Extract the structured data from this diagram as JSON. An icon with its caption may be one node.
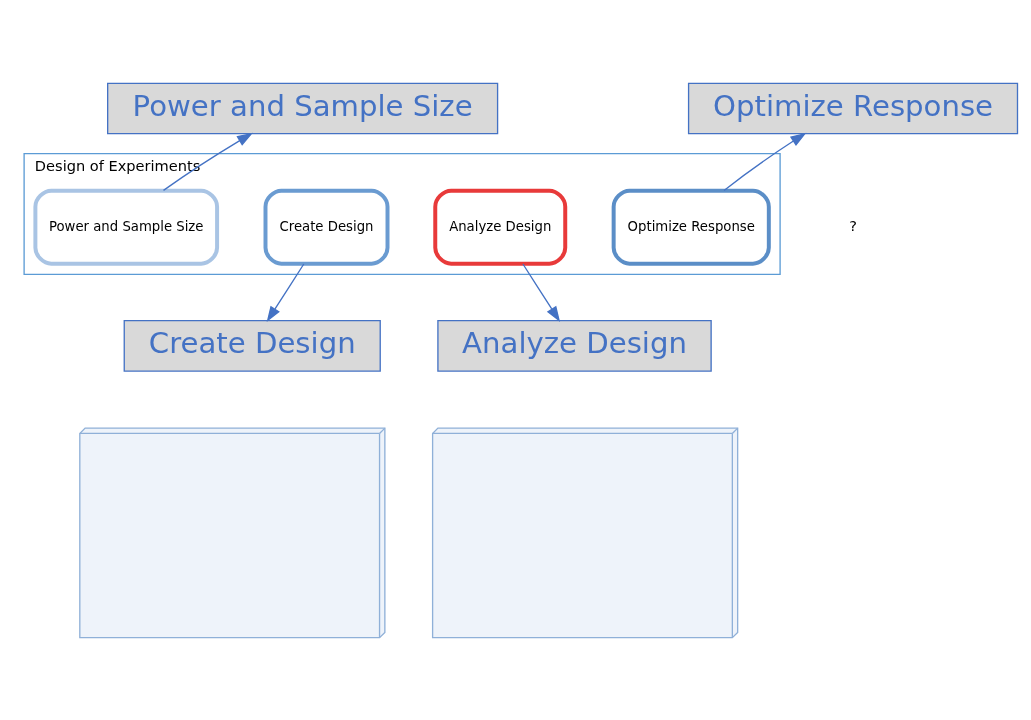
{
  "diagram": {
    "nodes": [
      {
        "text": [
          "Power and Sample Size"
        ]
      },
      {
        "text": [
          "Optimize Response"
        ]
      },
      {
        "text": [
          "Design of Experiments"
        ]
      },
      {
        "text": [
          "Power and Sample Size"
        ],
        "in": 2
      },
      {
        "text": [
          "Create Design"
        ],
        "in": 2
      },
      {
        "text": [
          "Analyze Design"
        ],
        "in": 2
      },
      {
        "text": [
          "Optimize Response"
        ],
        "in": 2
      },
      {
        "text": [
          "Create Design"
        ]
      },
      {
        "text": [
          "Analyze Design"
        ]
      },
      {
        "text": [],
        "shape": "picture"
      },
      {
        "text": [],
        "shape": "picture"
      }
    ],
    "edges": [
      {
        "from": 3,
        "to": 0,
        "arrow": "to"
      },
      {
        "from": 6,
        "to": 1,
        "arrow": "to"
      },
      {
        "from": 4,
        "to": 7,
        "arrow": "to"
      },
      {
        "from": 5,
        "to": 8,
        "arrow": "to"
      }
    ],
    "labels": [
      "?"
    ]
  }
}
